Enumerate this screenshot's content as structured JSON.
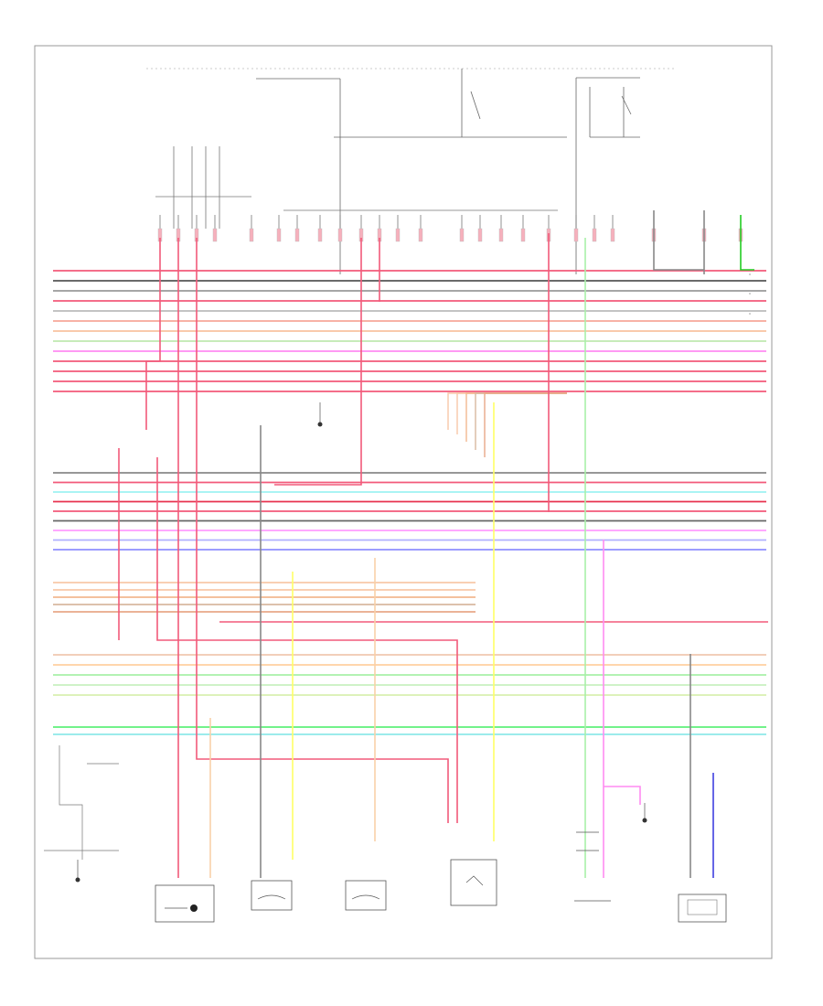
{
  "page_tag": "",
  "top_fuse_labels": [
    "",
    ""
  ],
  "upper_harness": [
    {
      "num": "",
      "code": "",
      "color": "#f25a7a"
    },
    {
      "num": "",
      "code": "",
      "color": "#555555"
    },
    {
      "num": "",
      "code": "",
      "color": "#9a9a9a"
    },
    {
      "num": "",
      "code": "",
      "color": "#f25a7a"
    },
    {
      "num": "",
      "code": "",
      "color": "#bbbbbb"
    },
    {
      "num": "",
      "code": "",
      "color": "#f7a79a"
    },
    {
      "num": "",
      "code": "",
      "color": "#f8c2a0"
    },
    {
      "num": "",
      "code": "",
      "color": "#bfe8b0"
    },
    {
      "num": "",
      "code": "",
      "color": "#ff8cf2"
    },
    {
      "num": "",
      "code": "",
      "color": "#f25a7a"
    },
    {
      "num": "",
      "code": "",
      "color": "#f25a7a"
    },
    {
      "num": "",
      "code": "",
      "color": "#f25a7a"
    },
    {
      "num": "",
      "code": "",
      "color": "#f25a7a"
    }
  ],
  "middle_harness": [
    {
      "num": "",
      "code": "",
      "color": "#888888"
    },
    {
      "num": "",
      "code": "",
      "color": "#f25a7a"
    },
    {
      "num": "",
      "code": "",
      "color": "#9ef2f2"
    },
    {
      "num": "",
      "code": "",
      "color": "#e8334f"
    },
    {
      "num": "",
      "code": "",
      "color": "#f25a7a"
    },
    {
      "num": "",
      "code": "",
      "color": "#666666"
    },
    {
      "num": "",
      "code": "",
      "color": "#ff9cff"
    },
    {
      "num": "",
      "code": "",
      "color": "#b0b0ff"
    },
    {
      "num": "",
      "code": "",
      "color": "#8f8fff"
    }
  ],
  "orange_group": [
    {
      "num": "",
      "code": "",
      "color": "#f8c8a8"
    },
    {
      "num": "",
      "code": "",
      "color": "#f8c8a8"
    },
    {
      "num": "",
      "code": "",
      "color": "#f2b890"
    },
    {
      "num": "",
      "code": "",
      "color": "#d8b8a0"
    },
    {
      "num": "",
      "code": "",
      "color": "#e8a888"
    }
  ],
  "lower_group": [
    {
      "num": "",
      "code": "",
      "color": "#f0c8b0"
    },
    {
      "num": "",
      "code": "",
      "color": "#ffd0a0"
    },
    {
      "num": "",
      "code": "",
      "color": "#a8f0a8"
    },
    {
      "num": "",
      "code": "",
      "color": "#c8f0c0"
    },
    {
      "num": "",
      "code": "",
      "color": "#d8f0b0"
    }
  ],
  "bottom_group": [
    {
      "num": "",
      "code": "",
      "color": "#5ef07a"
    },
    {
      "num": "",
      "code": "",
      "color": "#8ee8e8"
    }
  ],
  "right_side_labels": [
    "",
    "",
    "",
    "",
    ""
  ],
  "components": [
    {
      "id": "comp-1",
      "lines": [
        "",
        "",
        ""
      ]
    },
    {
      "id": "comp-2",
      "lines": [
        "",
        "",
        ""
      ]
    },
    {
      "id": "comp-3",
      "lines": [
        "",
        "",
        ""
      ]
    },
    {
      "id": "comp-4",
      "lines": [
        "",
        "",
        ""
      ]
    },
    {
      "id": "comp-5",
      "lines": [
        "",
        "",
        ""
      ]
    },
    {
      "id": "comp-6",
      "lines": [
        "",
        "",
        ""
      ]
    },
    {
      "id": "comp-7",
      "lines": [
        ""
      ]
    },
    {
      "id": "comp-8",
      "lines": [
        "",
        "",
        ""
      ]
    },
    {
      "id": "comp-9",
      "lines": [
        "",
        ""
      ]
    }
  ],
  "ground_label": [
    "",
    "",
    ""
  ],
  "top_right_note": [
    "",
    "",
    "",
    "",
    ""
  ],
  "side_note": [
    "",
    "",
    "",
    ""
  ]
}
